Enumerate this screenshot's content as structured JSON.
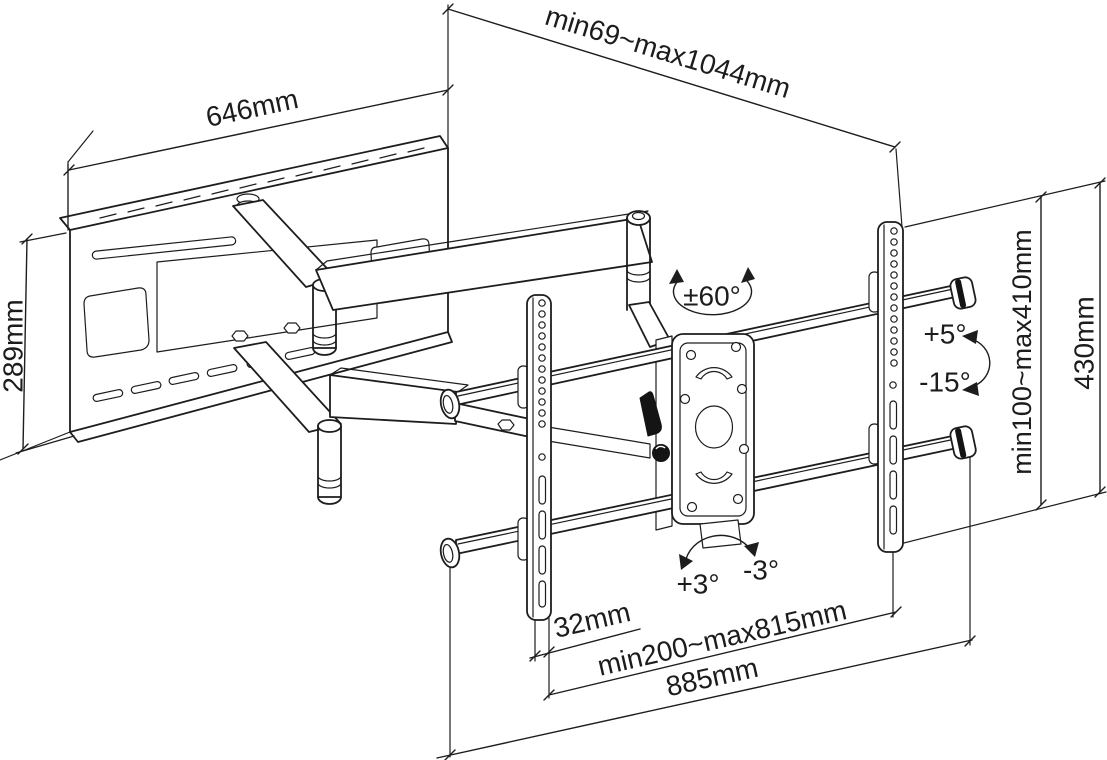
{
  "diagram": {
    "title": "Articulating TV wall mount dimension drawing",
    "colors": {
      "background": "#ffffff",
      "line": "#1d1d1d"
    },
    "labels": {
      "wall_plate_width": "646mm",
      "extension_range": "min69~max1044mm",
      "wall_plate_height": "289mm",
      "swivel_range": "±60°",
      "tilt_up": "+5°",
      "tilt_down": "-15°",
      "vesa_vertical_range": "min100~max410mm",
      "bracket_height": "430mm",
      "post_level_plus": "+3°",
      "post_level_minus": "-3°",
      "rail_overhang": "32mm",
      "vesa_horizontal_range": "min200~max815mm",
      "crossbar_length": "885mm"
    }
  }
}
